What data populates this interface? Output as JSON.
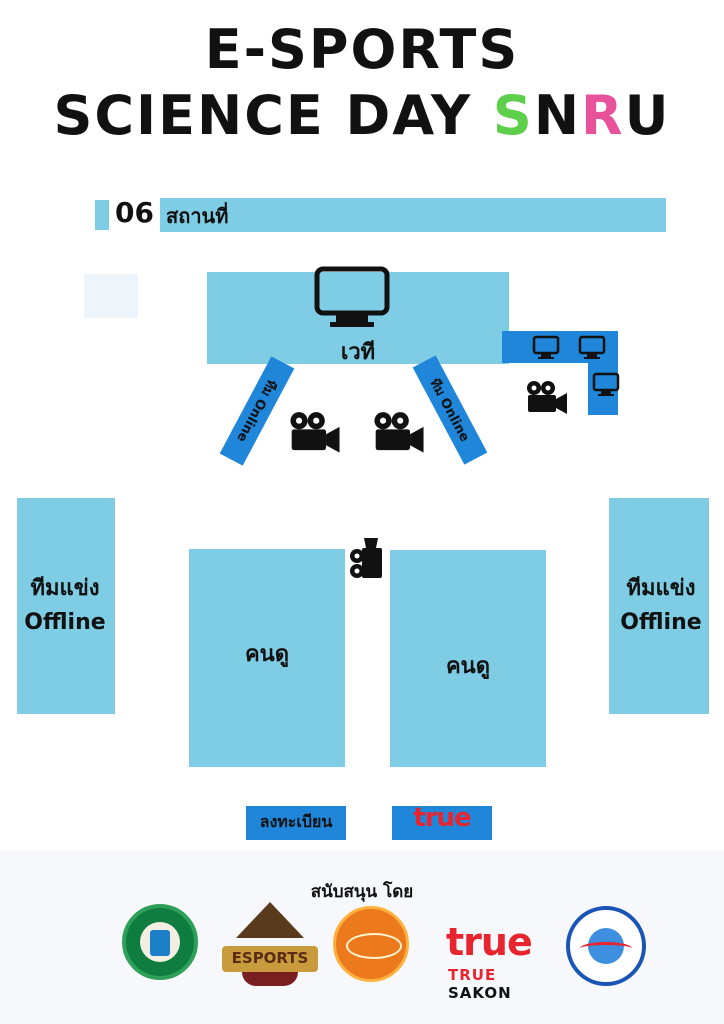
{
  "header": {
    "title_line1": "E-SPORTS",
    "title_line2_prefix": "SCIENCE DAY ",
    "title_line2_s": "S",
    "title_line2_n": "N",
    "title_line2_r": "R",
    "title_line2_u": "U"
  },
  "section": {
    "number": "06",
    "label": "สถานที่"
  },
  "floorplan": {
    "stage_label": "เวที",
    "online_team_left": "ทีม Online",
    "online_team_right": "ทีม Online",
    "offline_team_left_line1": "ทีมแข่ง",
    "offline_team_left_line2": "Offline",
    "offline_team_right_line1": "ทีมแข่ง",
    "offline_team_right_line2": "Offline",
    "audience_left": "คนดู",
    "audience_right": "คนดู",
    "registration": "ลงทะเบียน",
    "true_booth": "true"
  },
  "icons": {
    "stage_monitor": "monitor-icon",
    "desk_monitors": [
      "monitor-icon",
      "monitor-icon",
      "monitor-icon"
    ],
    "cameras": [
      "video-camera-icon",
      "video-camera-icon",
      "video-camera-icon",
      "video-camera-icon"
    ]
  },
  "sponsors": {
    "title": "สนับสนุน โดย",
    "true_logo_big": "true",
    "true_logo_sub_a": "TRUE ",
    "true_logo_sub_b": "SAKON",
    "esports_logo_text": "ESPORTS"
  },
  "colors": {
    "light_block": "#7ecde4",
    "dark_block": "#1f86d9",
    "accent_green": "#5ecf4a",
    "accent_pink": "#e8529b",
    "true_red": "#e8252f"
  }
}
